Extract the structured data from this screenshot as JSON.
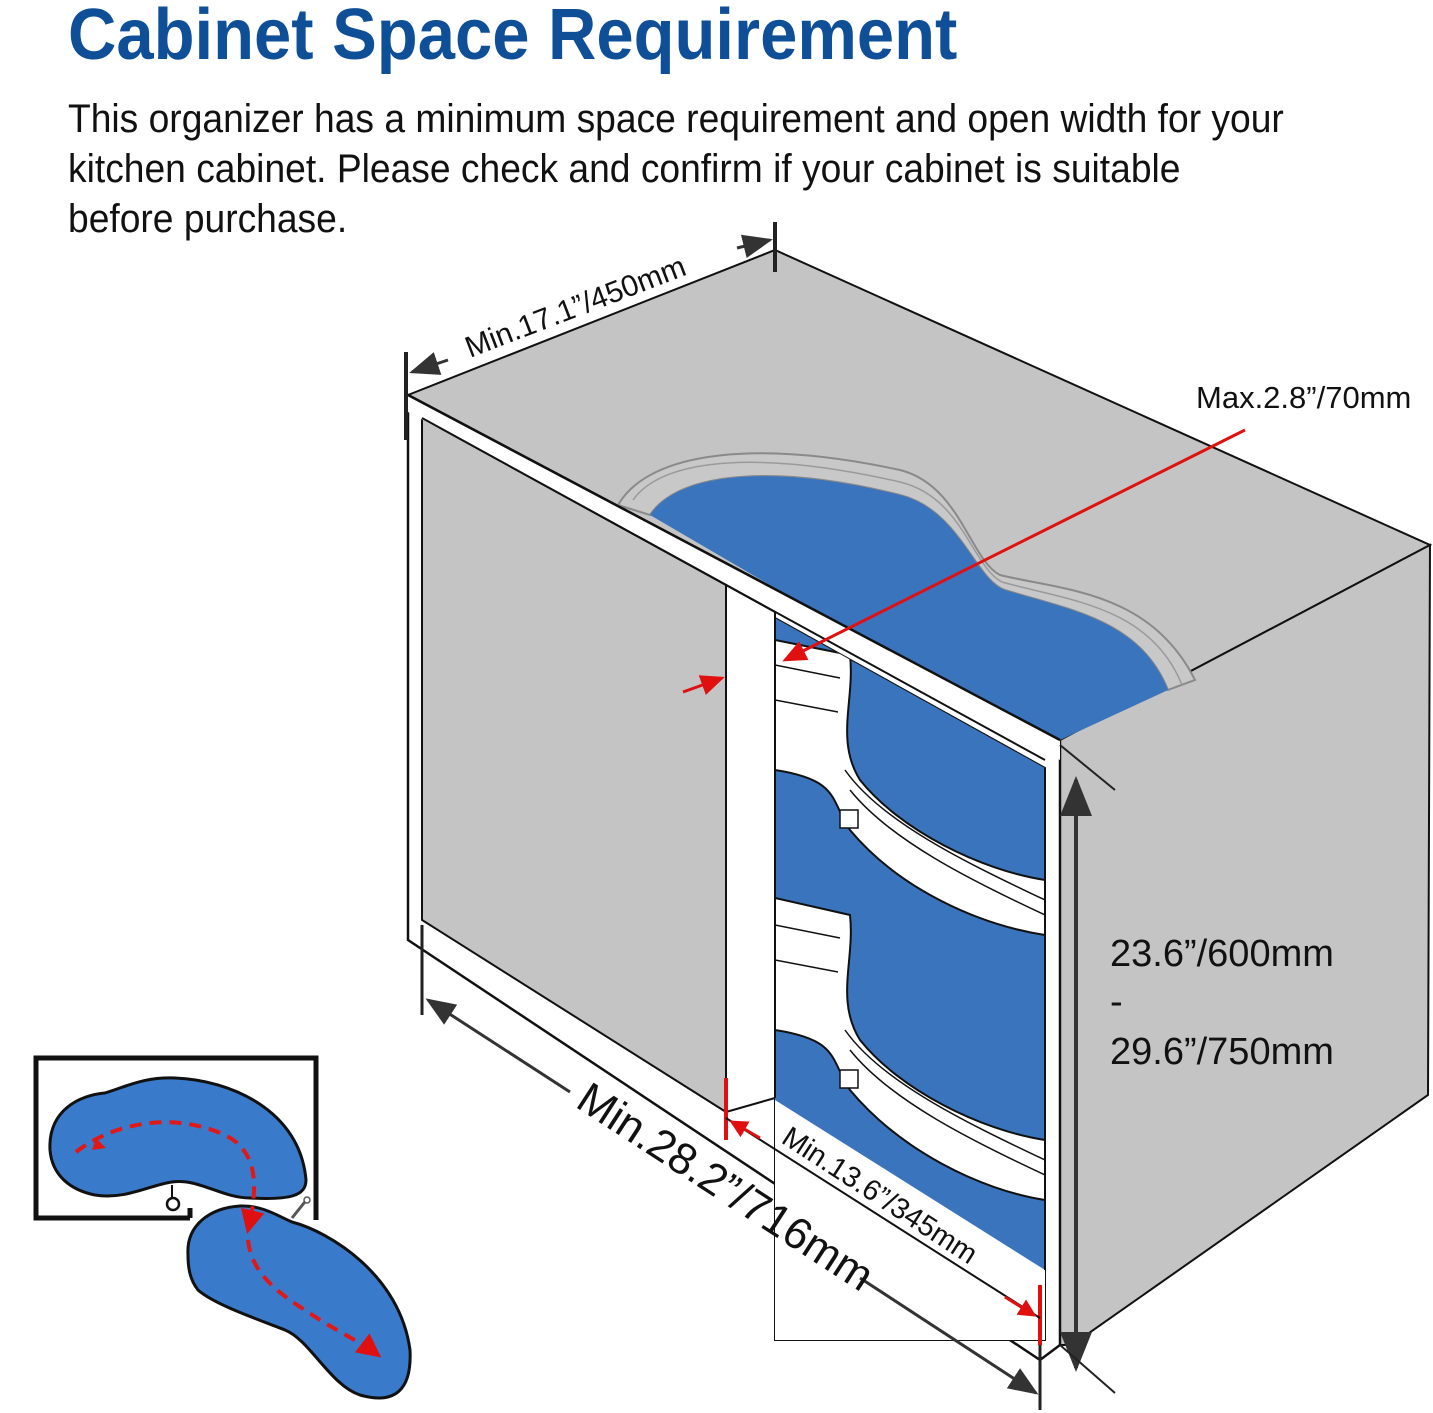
{
  "title": "Cabinet Space Requirement",
  "description": {
    "line1": "This organizer has a minimum space requirement and open width for your",
    "line2": "kitchen cabinet. Please check and confirm if your cabinet is suitable",
    "line3": "before purchase."
  },
  "dimensions": {
    "depth": "Min.17.1”/450mm",
    "door_frame_thickness": "Max.2.8”/70mm",
    "height_min": "23.6”/600mm",
    "height_separator": "-",
    "height_max": "29.6”/750mm",
    "width": "Min.28.2”/716mm",
    "opening_width": "Min.13.6”/345mm"
  },
  "colors": {
    "title": "#0e4f98",
    "cabinet_gray": "#c4c4c4",
    "tray_blue": "#3a74bd",
    "dimension_red": "#e01010",
    "line_dark": "#111111"
  },
  "inset_diagram": {
    "label": "pull-out motion path",
    "trays": 2
  }
}
